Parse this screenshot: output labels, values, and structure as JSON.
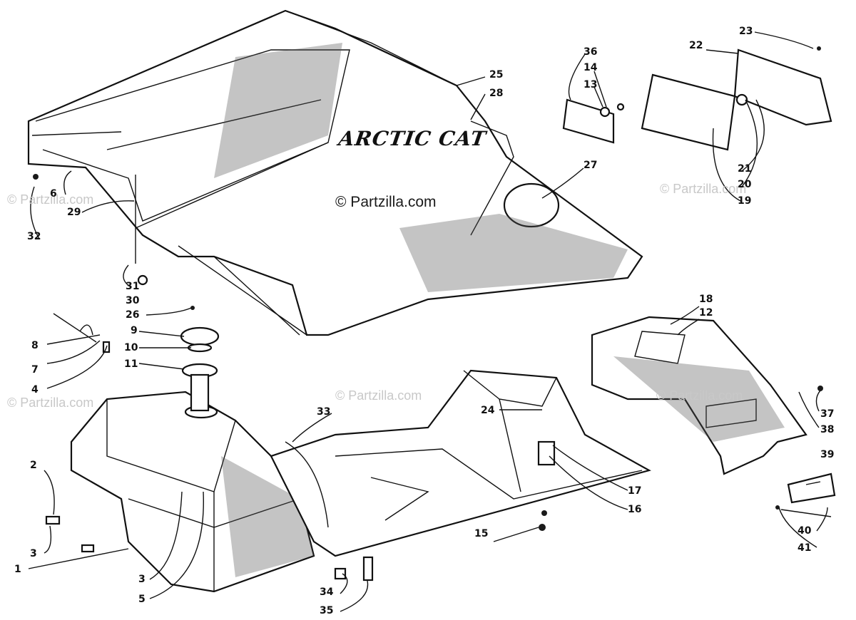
{
  "diagram": {
    "brand_text": "ARCTIC CAT",
    "watermark_main": "© Partzilla.com",
    "watermarks": [
      "© Partzilla.com",
      "© Partzilla.com",
      "© Partzilla.com",
      "© Partzilla.com",
      "© Partzilla.com"
    ],
    "labels": [
      "1",
      "2",
      "3",
      "3",
      "4",
      "5",
      "6",
      "7",
      "8",
      "9",
      "10",
      "11",
      "12",
      "13",
      "14",
      "15",
      "16",
      "17",
      "18",
      "19",
      "20",
      "21",
      "22",
      "23",
      "24",
      "25",
      "26",
      "27",
      "28",
      "29",
      "30",
      "31",
      "32",
      "33",
      "34",
      "35",
      "36",
      "37",
      "38",
      "39",
      "40",
      "41"
    ]
  }
}
